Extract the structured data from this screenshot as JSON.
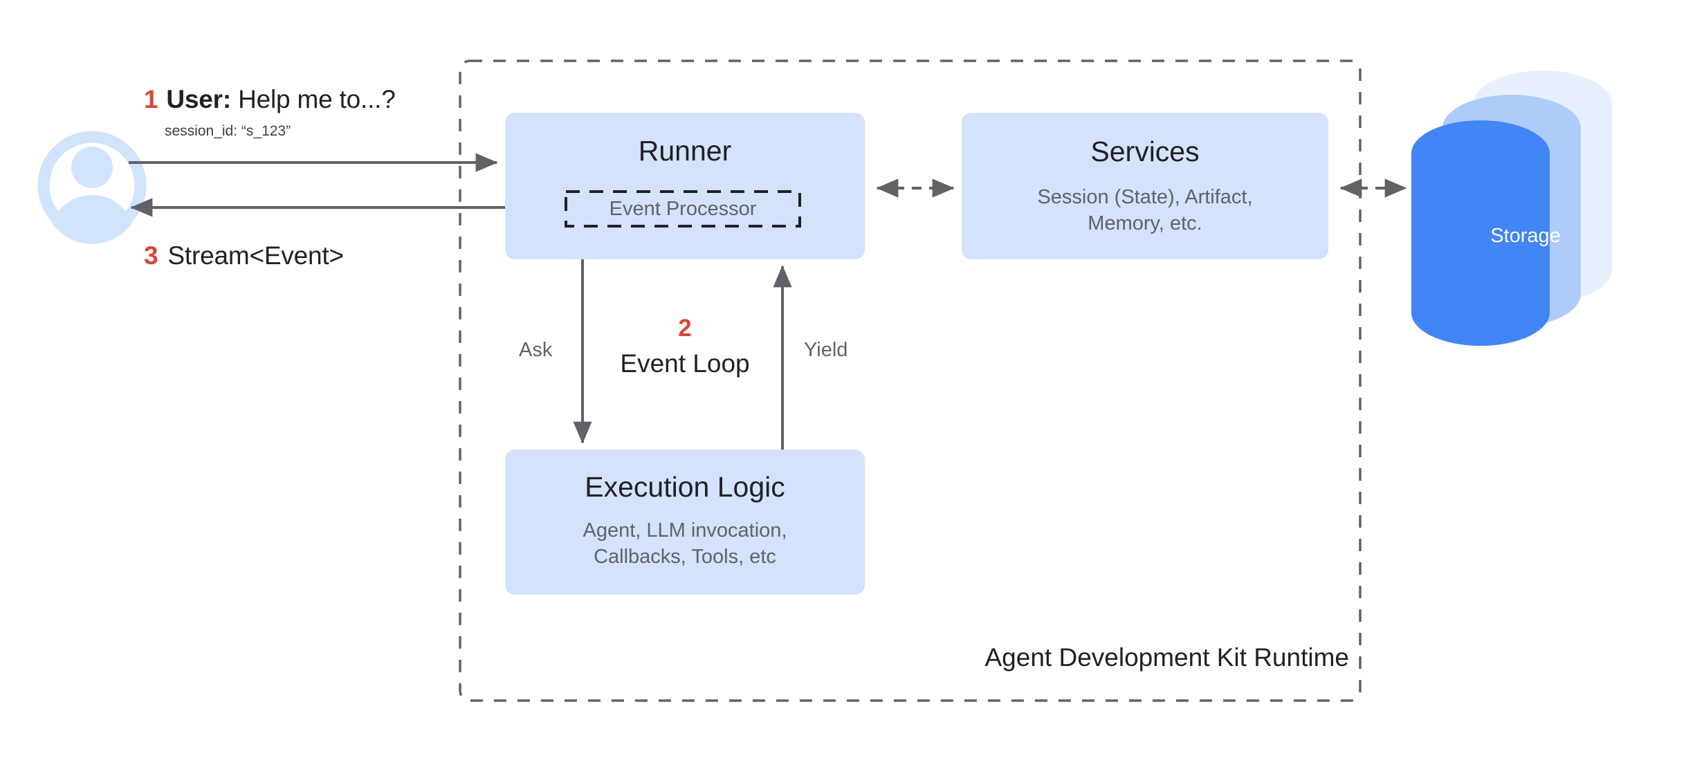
{
  "diagram": {
    "title": "Agent Development Kit Runtime",
    "colors": {
      "box_fill": "#d4e2fc",
      "accent_red": "#db4437",
      "arrow_gray": "#5f6368",
      "storage_front": "#4285f4",
      "storage_mid": "#aecbfa",
      "storage_back": "#e8f0fe",
      "avatar_blue": "#d2e3fc",
      "text_dark": "#202124",
      "text_muted": "#5f6368"
    },
    "actor": {
      "name": "user-avatar",
      "icon": "person-icon"
    },
    "steps": [
      {
        "number": "1",
        "label_prefix": "User:",
        "label": "Help me to...?",
        "detail": "session_id: “s_123”"
      },
      {
        "number": "2",
        "label": "Event Loop"
      },
      {
        "number": "3",
        "label": "Stream<Event>"
      }
    ],
    "nodes": {
      "runner": {
        "title": "Runner",
        "sub_box": {
          "label": "Event Processor"
        }
      },
      "services": {
        "title": "Services",
        "subtitle": "Session (State), Artifact,\nMemory, etc."
      },
      "execution_logic": {
        "title": "Execution Logic",
        "subtitle": "Agent, LLM invocation,\nCallbacks, Tools, etc"
      },
      "storage": {
        "label": "Storage"
      }
    },
    "edges": {
      "ask": "Ask",
      "yield": "Yield",
      "user_to_runner": "solid-arrow-right",
      "runner_to_user": "solid-arrow-left",
      "runner_services": "dashed-double-arrow",
      "services_storage": "dashed-double-arrow"
    }
  }
}
